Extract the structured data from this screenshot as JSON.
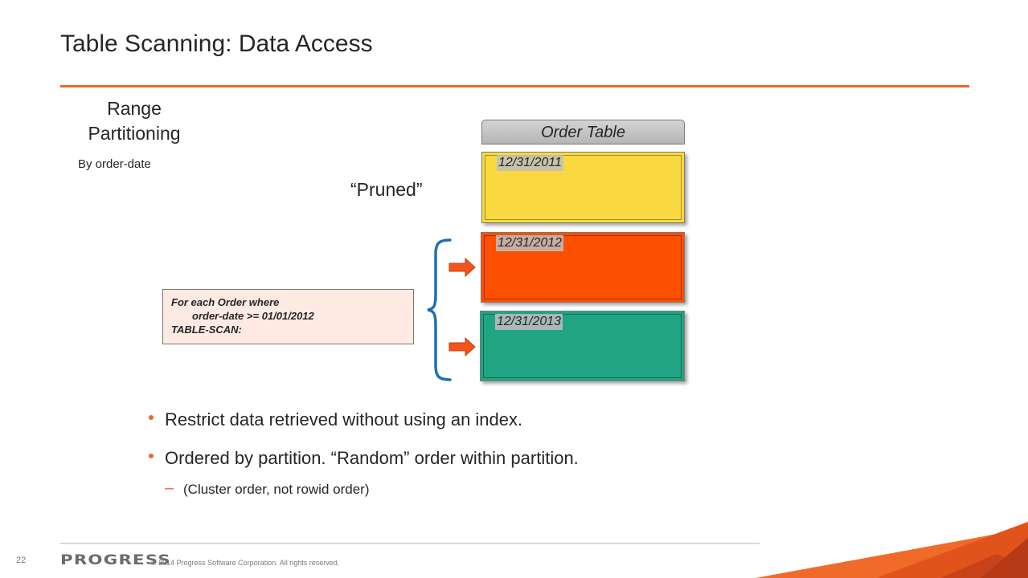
{
  "slide": {
    "title": "Table Scanning: Data Access",
    "accent_color": "#f26522"
  },
  "left_panel": {
    "heading": "Range Partitioning",
    "subheading": "By order-date",
    "pruned_label": "“Pruned”"
  },
  "order_table": {
    "header": "Order Table",
    "partitions": [
      {
        "date": "12/31/2011",
        "color": "#f9d93f"
      },
      {
        "date": "12/31/2012",
        "color": "#fd4f00"
      },
      {
        "date": "12/31/2013",
        "color": "#21a484"
      }
    ]
  },
  "query": {
    "line1": "For each Order where",
    "line2": "order-date >= 01/01/2012",
    "line3": "TABLE-SCAN:"
  },
  "bullets": [
    "Restrict data retrieved without using an index.",
    "Ordered by partition.  “Random” order within partition."
  ],
  "sub_bullet": "(Cluster order, not rowid order)",
  "footer": {
    "page_number": "22",
    "logo_text": "PROGRESS",
    "copyright": "© 2014 Progress Software Corporation. All rights reserved."
  }
}
